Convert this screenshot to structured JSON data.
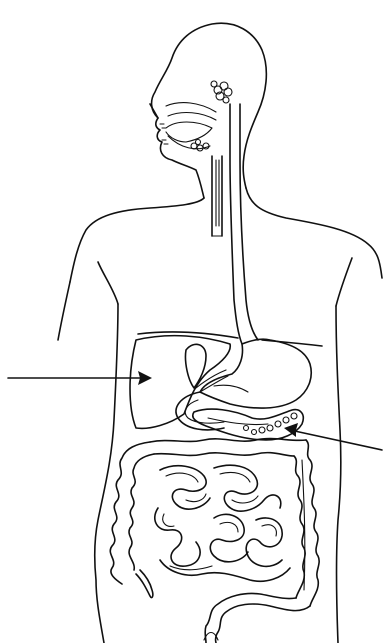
{
  "diagram": {
    "ink_color": "#111111",
    "background_color": "#ffffff",
    "pointers": [
      {
        "id": "pointer-liver",
        "target": "liver"
      },
      {
        "id": "pointer-pancreas",
        "target": "pancreas"
      }
    ]
  }
}
